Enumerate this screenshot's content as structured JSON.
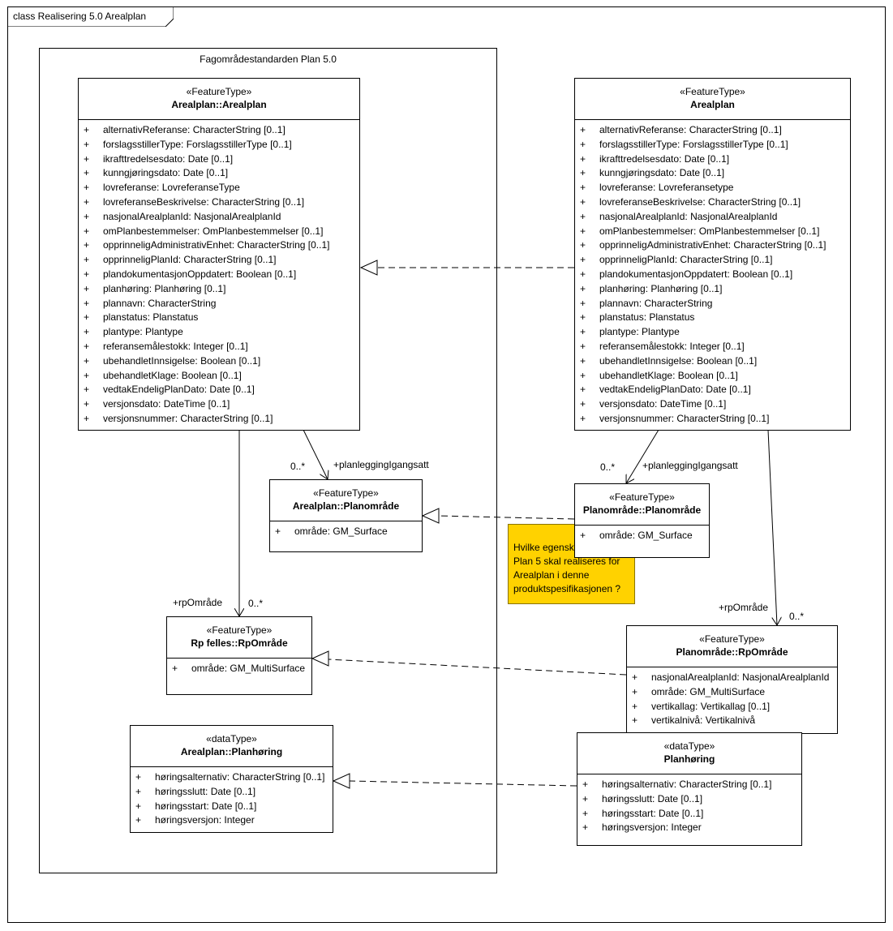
{
  "diagram_title": "class Realisering 5.0 Arealplan",
  "package_title": "Fagområdestandarden Plan 5.0",
  "classes": {
    "arealplan_std": {
      "stereotype": "«FeatureType»",
      "name": "Arealplan::Arealplan",
      "attributes": [
        "alternativReferanse: CharacterString [0..1]",
        "forslagsstillerType: ForslagsstillerType [0..1]",
        "ikrafttredelsesdato: Date [0..1]",
        "kunngjøringsdato: Date [0..1]",
        "lovreferanse: LovreferanseType",
        "lovreferanseBeskrivelse: CharacterString [0..1]",
        "nasjonalArealplanId: NasjonalArealplanId",
        "omPlanbestemmelser: OmPlanbestemmelser [0..1]",
        "opprinneligAdministrativEnhet: CharacterString [0..1]",
        "opprinneligPlanId: CharacterString [0..1]",
        "plandokumentasjonOppdatert: Boolean [0..1]",
        "planhøring: Planhøring [0..1]",
        "plannavn: CharacterString",
        "planstatus: Planstatus",
        "plantype: Plantype",
        "referansemålestokk: Integer [0..1]",
        "ubehandletInnsigelse: Boolean [0..1]",
        "ubehandletKlage: Boolean [0..1]",
        "vedtakEndeligPlanDato: Date [0..1]",
        "versjonsdato: DateTime [0..1]",
        "versjonsnummer: CharacterString [0..1]"
      ]
    },
    "arealplan_impl": {
      "stereotype": "«FeatureType»",
      "name": "Arealplan",
      "attributes": [
        "alternativReferanse: CharacterString [0..1]",
        "forslagsstillerType: ForslagsstillerType [0..1]",
        "ikrafttredelsesdato: Date [0..1]",
        "kunngjøringsdato: Date [0..1]",
        "lovreferanse: Lovreferansetype",
        "lovreferanseBeskrivelse: CharacterString [0..1]",
        "nasjonalArealplanId: NasjonalArealplanId",
        "omPlanbestemmelser: OmPlanbestemmelser [0..1]",
        "opprinneligAdministrativEnhet: CharacterString [0..1]",
        "opprinneligPlanId: CharacterString [0..1]",
        "plandokumentasjonOppdatert: Boolean [0..1]",
        "planhøring: Planhøring [0..1]",
        "plannavn: CharacterString",
        "planstatus: Planstatus",
        "plantype: Plantype",
        "referansemålestokk: Integer [0..1]",
        "ubehandletInnsigelse: Boolean [0..1]",
        "ubehandletKlage: Boolean [0..1]",
        "vedtakEndeligPlanDato: Date [0..1]",
        "versjonsdato: DateTime [0..1]",
        "versjonsnummer: CharacterString [0..1]"
      ]
    },
    "planomrade_std": {
      "stereotype": "«FeatureType»",
      "name": "Arealplan::Planområde",
      "attributes": [
        "område: GM_Surface"
      ]
    },
    "planomrade_impl": {
      "stereotype": "«FeatureType»",
      "name": "Planområde::Planområde",
      "attributes": [
        "område: GM_Surface"
      ]
    },
    "rpomrade_std": {
      "stereotype": "«FeatureType»",
      "name": "Rp felles::RpOmråde",
      "attributes": [
        "område: GM_MultiSurface"
      ]
    },
    "rpomrade_impl": {
      "stereotype": "«FeatureType»",
      "name": "Planområde::RpOmråde",
      "attributes": [
        "nasjonalArealplanId: NasjonalArealplanId",
        "område: GM_MultiSurface",
        "vertikallag: Vertikallag [0..1]",
        "vertikalnivå: Vertikalnivå"
      ]
    },
    "planhoring_std": {
      "stereotype": "«dataType»",
      "name": "Arealplan::Planhøring",
      "attributes": [
        "høringsalternativ: CharacterString [0..1]",
        "høringsslutt: Date [0..1]",
        "høringsstart: Date [0..1]",
        "høringsversjon: Integer"
      ]
    },
    "planhoring_impl": {
      "stereotype": "«dataType»",
      "name": "Planhøring",
      "attributes": [
        "høringsalternativ: CharacterString [0..1]",
        "høringsslutt: Date [0..1]",
        "høringsstart: Date [0..1]",
        "høringsversjon: Integer"
      ]
    }
  },
  "visibility": "+",
  "note": {
    "lines": [
      "Hvilke egenskaper i",
      "Plan 5 skal realiseres for",
      "Arealplan i denne",
      "produktspesifikasjonen ?"
    ],
    "color": "#FFD200"
  },
  "labels": {
    "left_role_planlegging": "+planleggingIgangsatt",
    "left_mult_planlegging": "0..*",
    "right_role_planlegging": "+planleggingIgangsatt",
    "right_mult_planlegging": "0..*",
    "left_role_rp": "+rpOmråde",
    "left_mult_rp": "0..*",
    "right_role_rp": "+rpOmråde",
    "right_mult_rp": "0..*"
  }
}
